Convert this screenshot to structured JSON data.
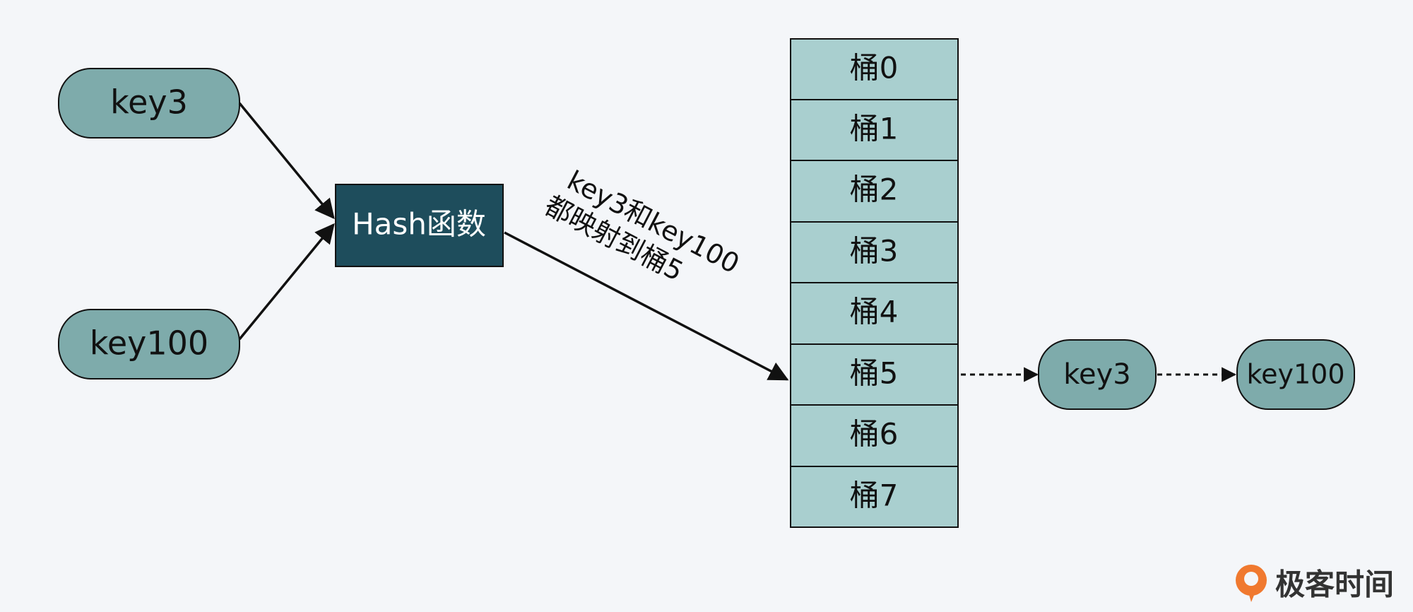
{
  "input_keys": [
    "key3",
    "key100"
  ],
  "hash_function": "Hash函数",
  "mapping_label": [
    "key3和key100",
    "都映射到桶5"
  ],
  "buckets": [
    "桶0",
    "桶1",
    "桶2",
    "桶3",
    "桶4",
    "桶5",
    "桶6",
    "桶7"
  ],
  "chain": [
    "key3",
    "key100"
  ],
  "brand": "极客时间",
  "colors": {
    "key_fill": "#7eabab",
    "hash_fill": "#1e4d5c",
    "bucket_fill": "#a9cfcf",
    "stroke": "#111111",
    "brand_orange": "#f0792f"
  }
}
